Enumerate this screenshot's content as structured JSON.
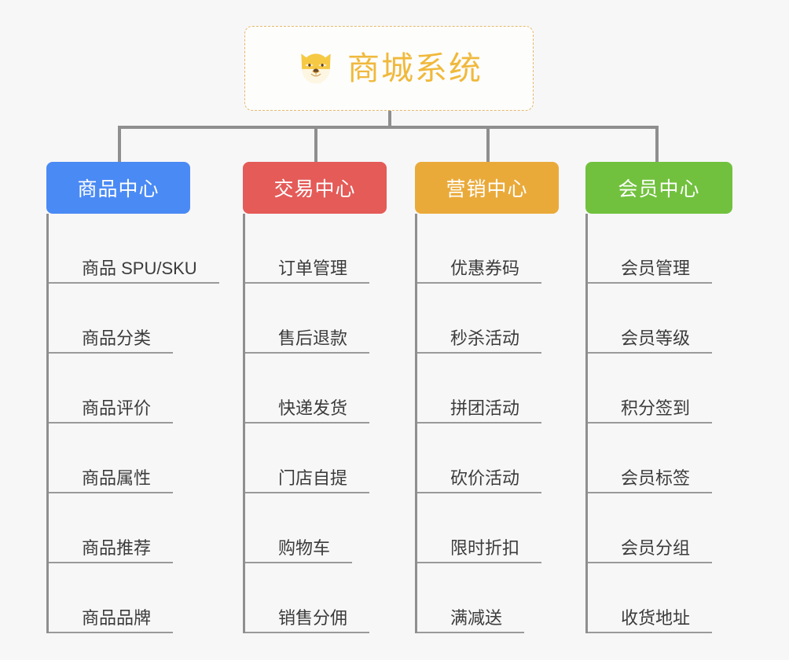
{
  "background_color": "#f7f7f7",
  "root": {
    "icon": "shiba-inu-dog-face-emoji",
    "title": "商城系统",
    "title_color": "#f0b93c",
    "border_color": "#e8b86a"
  },
  "connector_color": "#8f8f8f",
  "branches": [
    {
      "label": "商品中心",
      "color": "#4a8af4",
      "items": [
        "商品 SPU/SKU",
        "商品分类",
        "商品评价",
        "商品属性",
        "商品推荐",
        "商品品牌"
      ]
    },
    {
      "label": "交易中心",
      "color": "#e45b58",
      "items": [
        "订单管理",
        "售后退款",
        "快递发货",
        "门店自提",
        "购物车",
        "销售分佣"
      ]
    },
    {
      "label": "营销中心",
      "color": "#eaaa3a",
      "items": [
        "优惠券码",
        "秒杀活动",
        "拼团活动",
        "砍价活动",
        "限时折扣",
        "满减送"
      ]
    },
    {
      "label": "会员中心",
      "color": "#71c13e",
      "items": [
        "会员管理",
        "会员等级",
        "积分签到",
        "会员标签",
        "会员分组",
        "收货地址"
      ]
    }
  ]
}
